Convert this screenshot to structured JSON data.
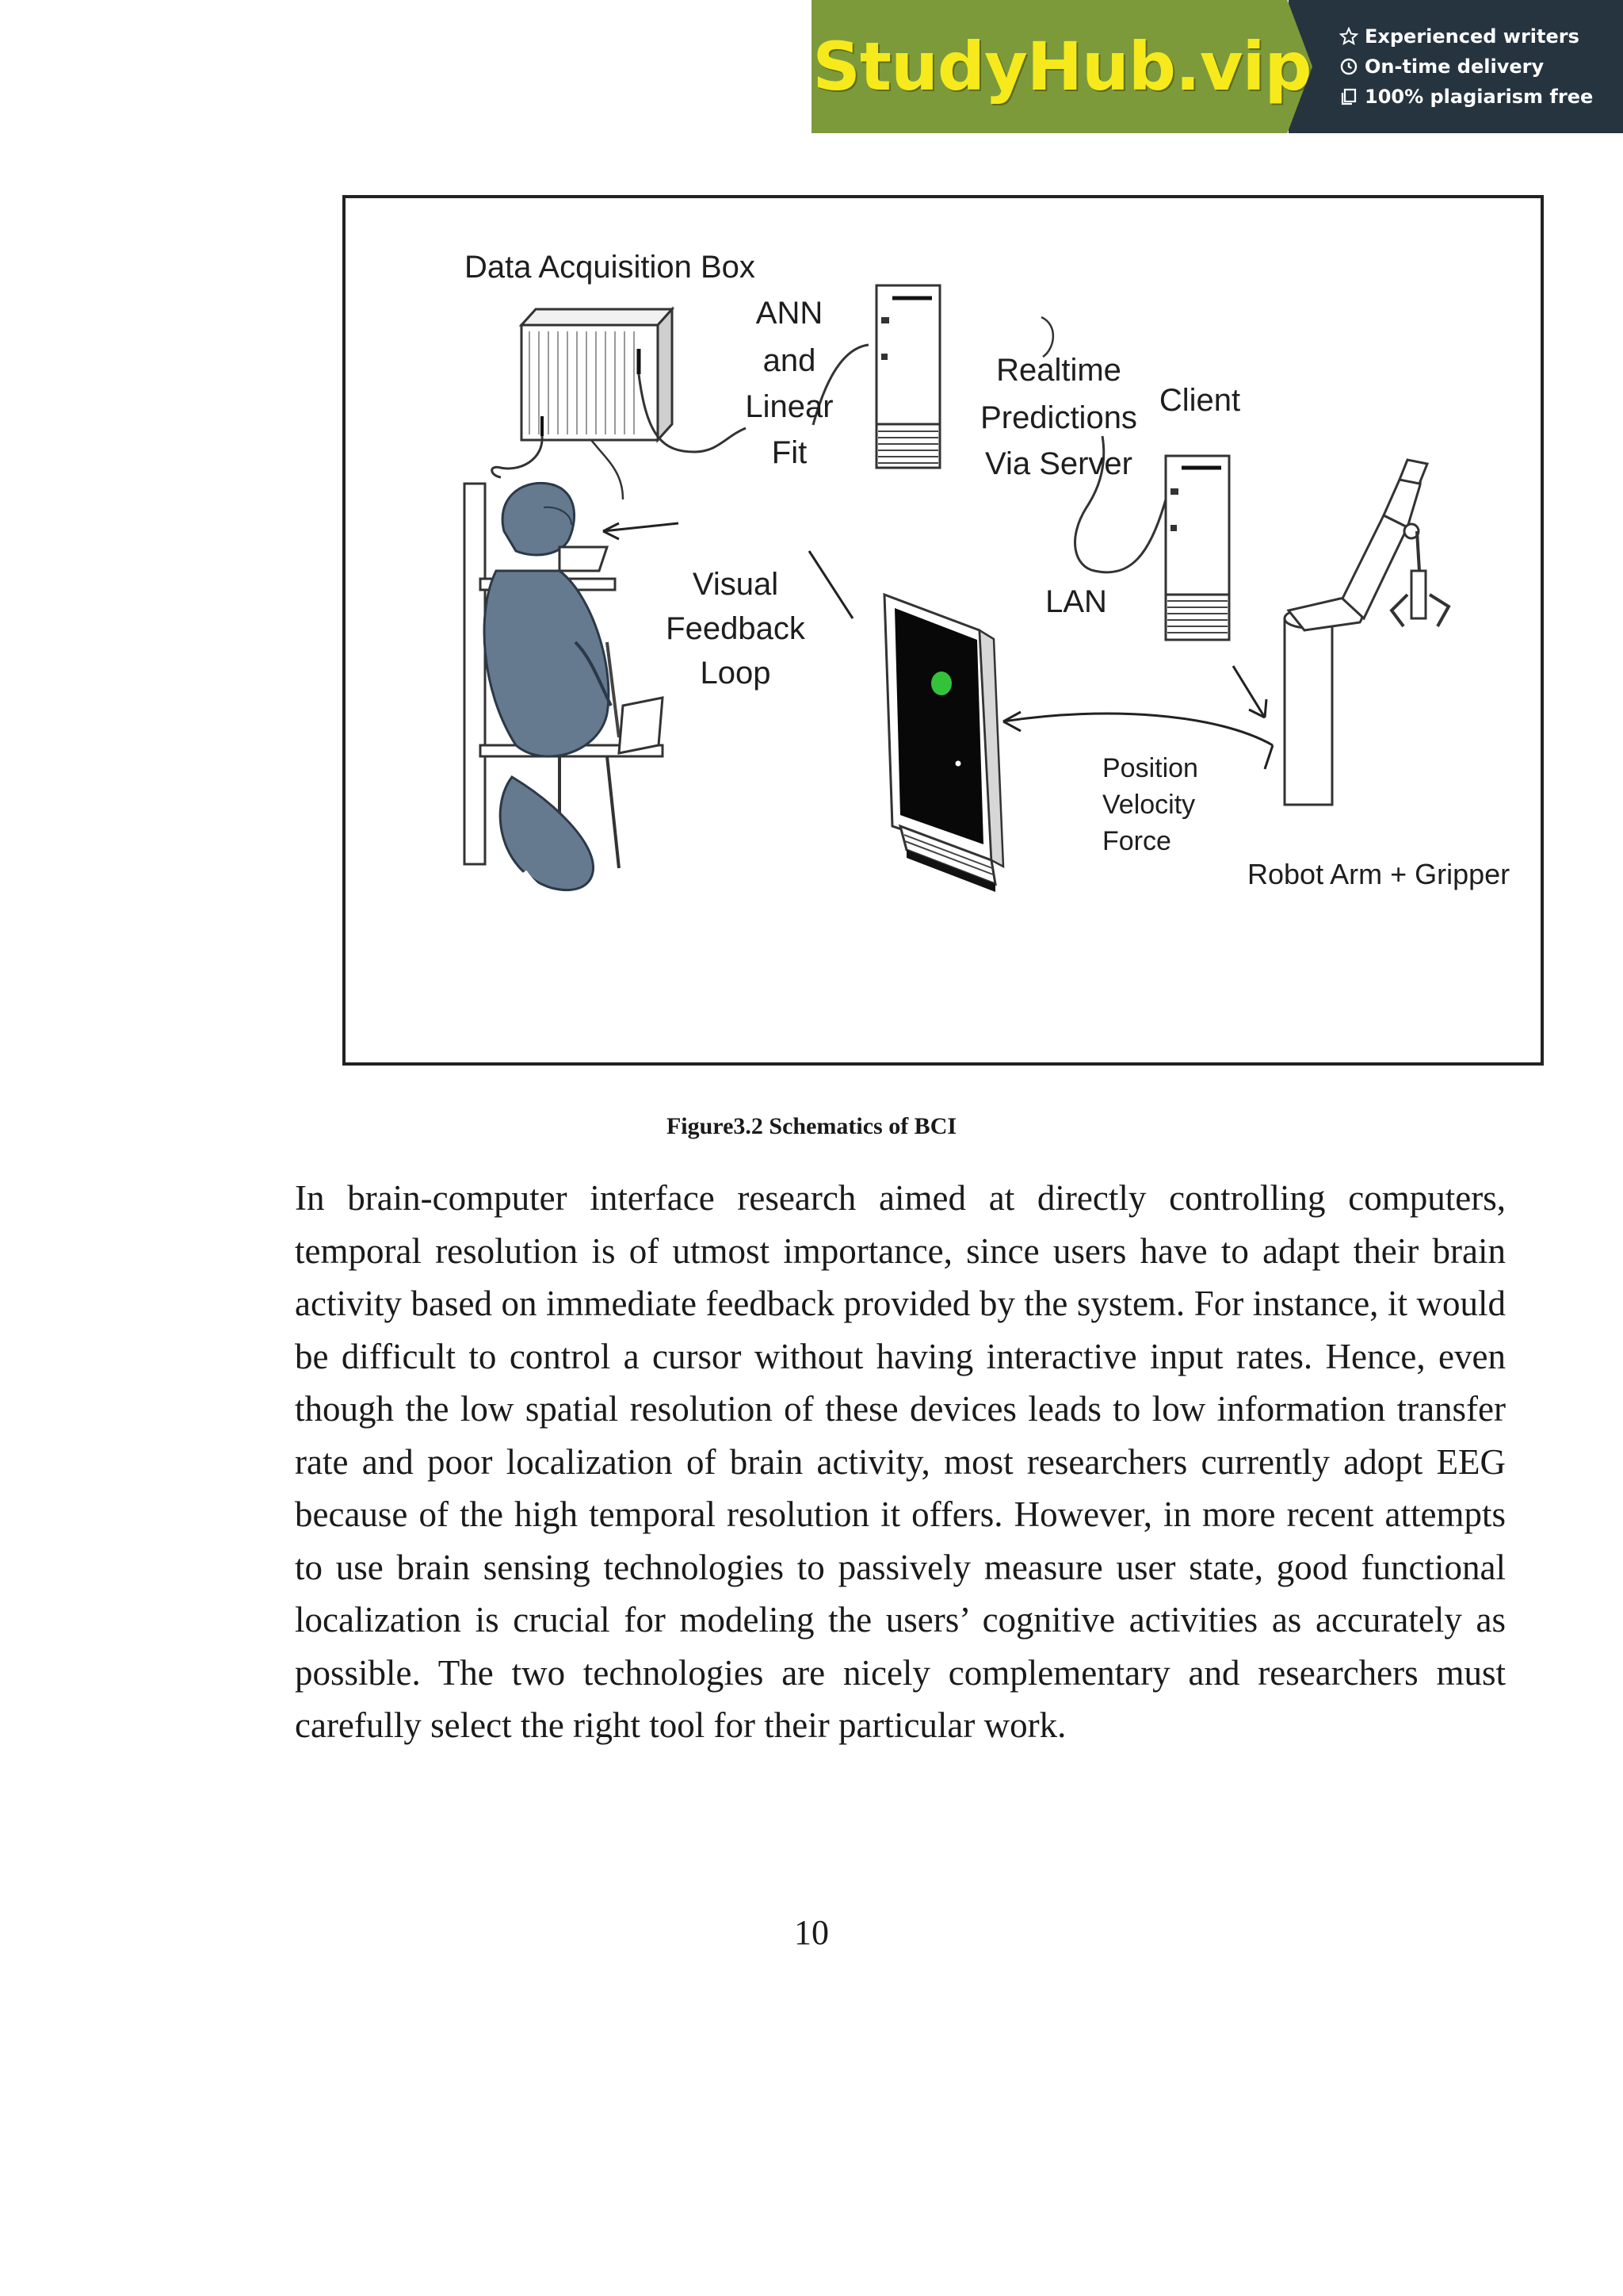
{
  "banner": {
    "logo": "StudyHub.vip",
    "features": [
      "Experienced writers",
      "On-time delivery",
      "100% plagiarism free"
    ],
    "colors": {
      "logo_bg": "#7d9a3a",
      "logo_text": "#f6ea1c",
      "panel_bg": "#263440"
    }
  },
  "figure": {
    "labels": {
      "data_acquisition_box": "Data Acquisition Box",
      "ann": [
        "ANN",
        "and",
        "Linear",
        "Fit"
      ],
      "realtime": [
        "Realtime",
        "Predictions",
        "Via Server"
      ],
      "client": "Client",
      "lan": "LAN",
      "visual_feedback": [
        "Visual",
        "Feedback",
        "Loop"
      ],
      "pvf": [
        "Position",
        "Velocity",
        "Force"
      ],
      "robot_arm": "Robot Arm + Gripper"
    },
    "caption": "Figure3.2 Schematics of BCI"
  },
  "body": {
    "paragraph": "In brain-computer interface research aimed at directly controlling computers, temporal resolution is of utmost importance, since users have to adapt their brain activity based on immediate feedback provided by the system. For instance, it would be difficult to control a cursor without having interactive input rates. Hence, even though the low spatial resolution of these devices leads to low information transfer rate and poor localization of brain activity, most researchers currently adopt EEG because of the high temporal resolution it offers. However, in more recent attempts to use brain sensing technologies to passively measure user state, good functional localization is crucial for modeling the users’ cognitive activities as accurately as possible. The two technologies are nicely complementary and researchers must carefully select the right tool for their particular work."
  },
  "page_number": "10"
}
